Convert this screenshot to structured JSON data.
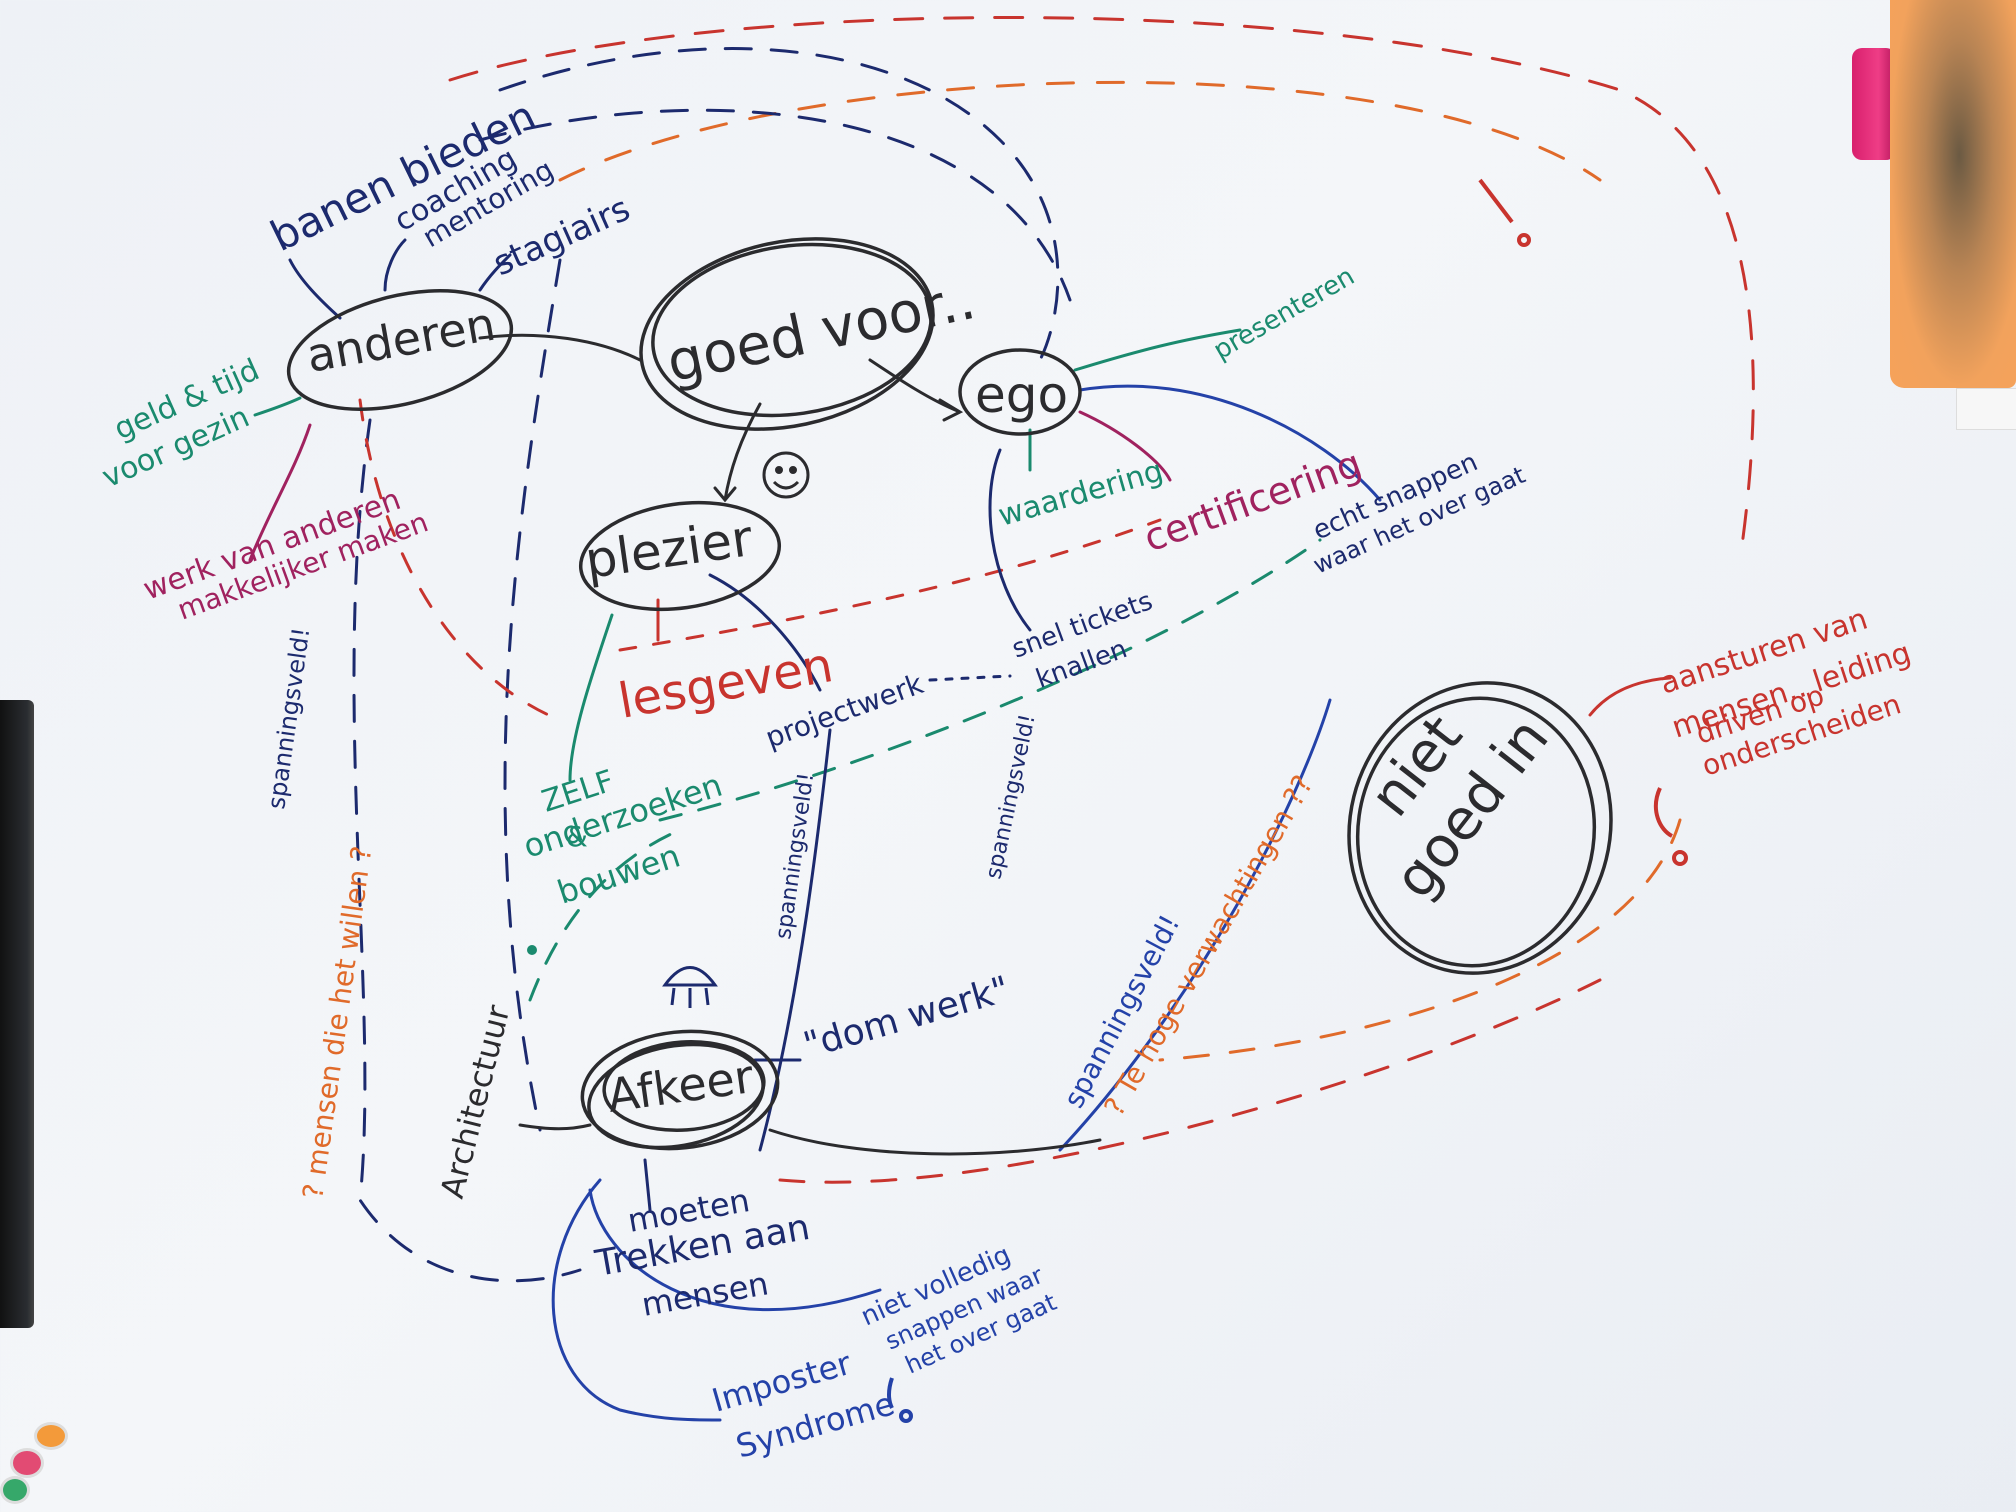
{
  "nodes": {
    "anderen": "anderen",
    "goed_voor": "goed voor..",
    "ego": "ego",
    "plezier": "plezier",
    "afkeer": "Afkeer",
    "niet_goed_in": [
      "niet",
      "goed in"
    ]
  },
  "labels": {
    "banen_bieden": "banen bieden",
    "coaching": [
      "coaching",
      "mentoring"
    ],
    "stagiairs": "stagiairs",
    "geld_tijd": [
      "geld & tijd",
      "voor gezin"
    ],
    "werk_anderen": [
      "werk van anderen",
      "makkelijker maken"
    ],
    "presenteren": "presenteren",
    "waardering": "waardering",
    "certificering": "certificering",
    "echt_snappen": [
      "echt snappen",
      "waar het over gaat"
    ],
    "lesgeven": "lesgeven",
    "projectwerk": "projectwerk",
    "snel_tickets": [
      "snel tickets",
      "knallen"
    ],
    "zelf_onderzoeken": [
      "ZELF",
      "onderzoeken",
      "&",
      "bouwen"
    ],
    "aansturen": [
      "aansturen van",
      "mensen.. leiding",
      "driven op",
      "onderscheiden"
    ],
    "dom_werk": "\"dom werk\"",
    "architectuur": "Architectuur",
    "moeten_trekken": [
      "moeten",
      "Trekken aan",
      "mensen"
    ],
    "niet_volledig": [
      "niet volledig",
      "snappen waar",
      "het over gaat"
    ],
    "imposter": [
      "Imposter",
      "Syndrome"
    ],
    "spanningsveld": "spanningsveld!",
    "te_hoge": "? Te hoge verwachtingen ??",
    "mensen_willen": "? mensen die het willen ?"
  },
  "colors": {
    "black": "#2b2b2e",
    "navy": "#1c2a6e",
    "blue": "#2442a8",
    "teal": "#1a8a6e",
    "magenta": "#a0225f",
    "red": "#c8342e",
    "orange": "#e06a2a"
  }
}
